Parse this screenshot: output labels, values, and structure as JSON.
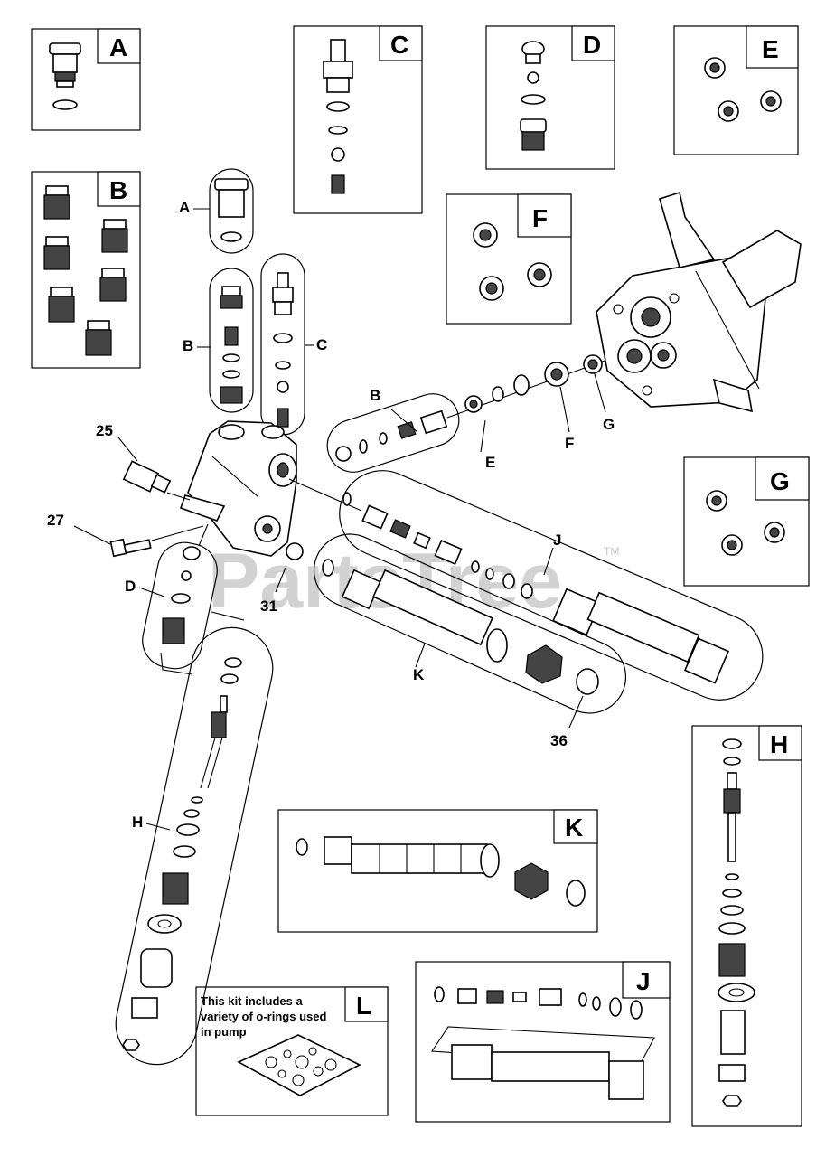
{
  "watermark": {
    "text": "PartsTree",
    "trademark": "TM"
  },
  "kit_boxes": [
    {
      "id": "A",
      "letter": "A"
    },
    {
      "id": "B",
      "letter": "B"
    },
    {
      "id": "C",
      "letter": "C"
    },
    {
      "id": "D",
      "letter": "D"
    },
    {
      "id": "E",
      "letter": "E"
    },
    {
      "id": "F",
      "letter": "F"
    },
    {
      "id": "G",
      "letter": "G"
    },
    {
      "id": "H",
      "letter": "H"
    },
    {
      "id": "J",
      "letter": "J"
    },
    {
      "id": "K",
      "letter": "K"
    },
    {
      "id": "L",
      "letter": "L"
    }
  ],
  "kit_l_text": [
    "This kit includes a",
    "variety of o-rings used",
    "in pump"
  ],
  "callouts": {
    "A": "A",
    "B_left": "B",
    "C": "C",
    "B_right": "B",
    "E": "E",
    "F": "F",
    "G": "G",
    "D": "D",
    "H": "H",
    "J": "J",
    "K": "K",
    "n25": "25",
    "n27": "27",
    "n31": "31",
    "n36": "36"
  }
}
